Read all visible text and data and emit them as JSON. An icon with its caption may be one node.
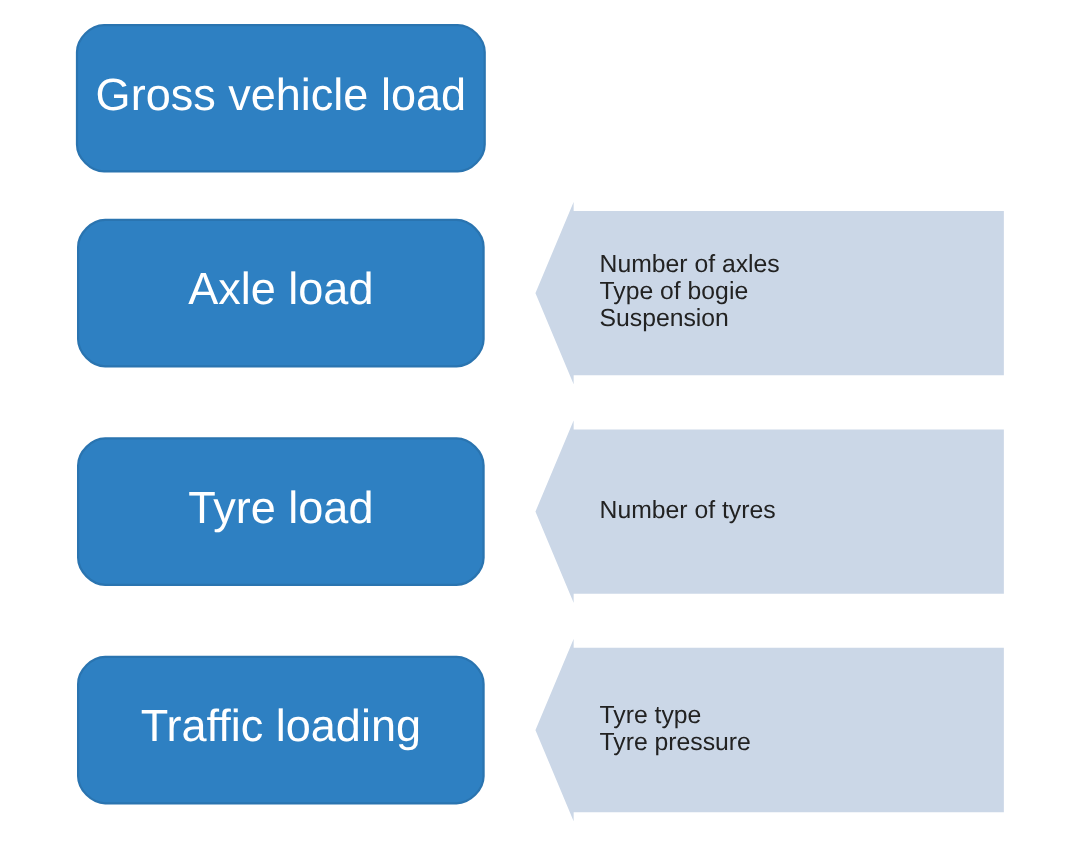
{
  "diagram": {
    "nodes": [
      {
        "text": [
          "Gross vehicle load"
        ]
      },
      {
        "text": [
          "Number of axles",
          "Type of bogie",
          "Suspension"
        ]
      },
      {
        "text": [
          "Axle load"
        ]
      },
      {
        "text": [
          "Number of tyres"
        ]
      },
      {
        "text": [
          "Tyre load"
        ]
      },
      {
        "text": [
          "Tyre type",
          "Tyre pressure"
        ]
      },
      {
        "text": [
          "Traffic loading"
        ]
      }
    ]
  }
}
